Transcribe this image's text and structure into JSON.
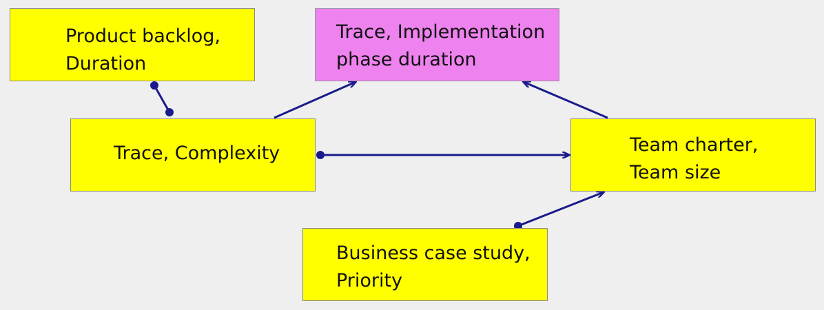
{
  "nodes": {
    "backlog": {
      "line1": "Product backlog,",
      "line2": "Duration",
      "fill": "#ffff00"
    },
    "implementation": {
      "line1": "Trace, Implementation",
      "line2": "phase duration",
      "fill": "#ee82ee"
    },
    "complexity": {
      "line1": "Trace, Complexity",
      "fill": "#ffff00"
    },
    "team": {
      "line1": "Team charter,",
      "line2": "Team size",
      "fill": "#ffff00"
    },
    "business": {
      "line1": "Business case study,",
      "line2": "Priority",
      "fill": "#ffff00"
    }
  },
  "edges": [
    {
      "from": "backlog",
      "to": "complexity",
      "start": "dot",
      "end": "dot"
    },
    {
      "from": "complexity",
      "to": "implementation",
      "start": "none",
      "end": "arrow"
    },
    {
      "from": "team",
      "to": "implementation",
      "start": "none",
      "end": "arrow"
    },
    {
      "from": "complexity",
      "to": "team",
      "start": "dot",
      "end": "arrow"
    },
    {
      "from": "business",
      "to": "team",
      "start": "dot",
      "end": "arrow"
    }
  ],
  "colors": {
    "connector": "#1a1a8c",
    "background": "#efefef"
  }
}
